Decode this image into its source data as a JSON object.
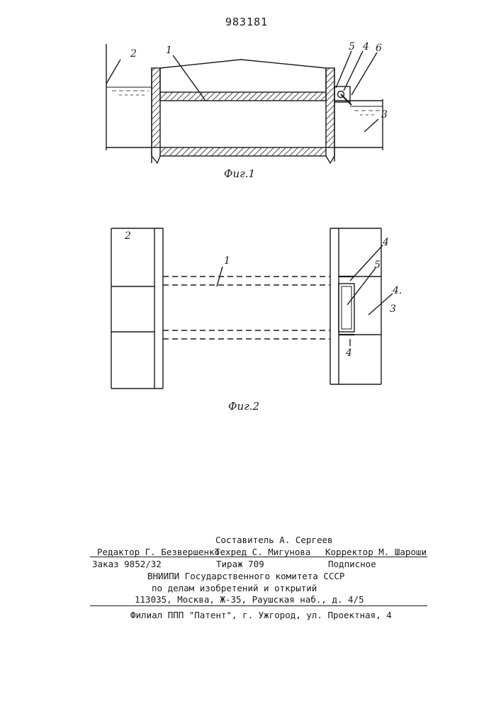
{
  "patent_number": "983181",
  "figure1": {
    "caption": "Фиг.1",
    "labels": [
      "2",
      "1",
      "5",
      "4",
      "6",
      "3"
    ]
  },
  "figure2": {
    "caption": "Фиг.2",
    "labels": [
      "2",
      "1",
      "4",
      "5",
      "4.",
      "3",
      "4"
    ]
  },
  "imprint": {
    "compiler": "Составитель А. Сергеев",
    "editor": "Редактор Г. Безвершенко",
    "techred": "Техред С. Мигунова",
    "corrector": "Корректор М. Шароши",
    "order": "Заказ 9852/32",
    "circulation": "Тираж 709",
    "subscription": "Подписное",
    "org_line1": "ВНИИПИ Государственного комитета СССР",
    "org_line2": "по делам изобретений и открытий",
    "address": "113035, Москва, Ж-35, Раушская наб., д. 4/5",
    "branch": "Филиал ППП \"Патент\", г. Ужгород, ул. Проектная, 4"
  }
}
